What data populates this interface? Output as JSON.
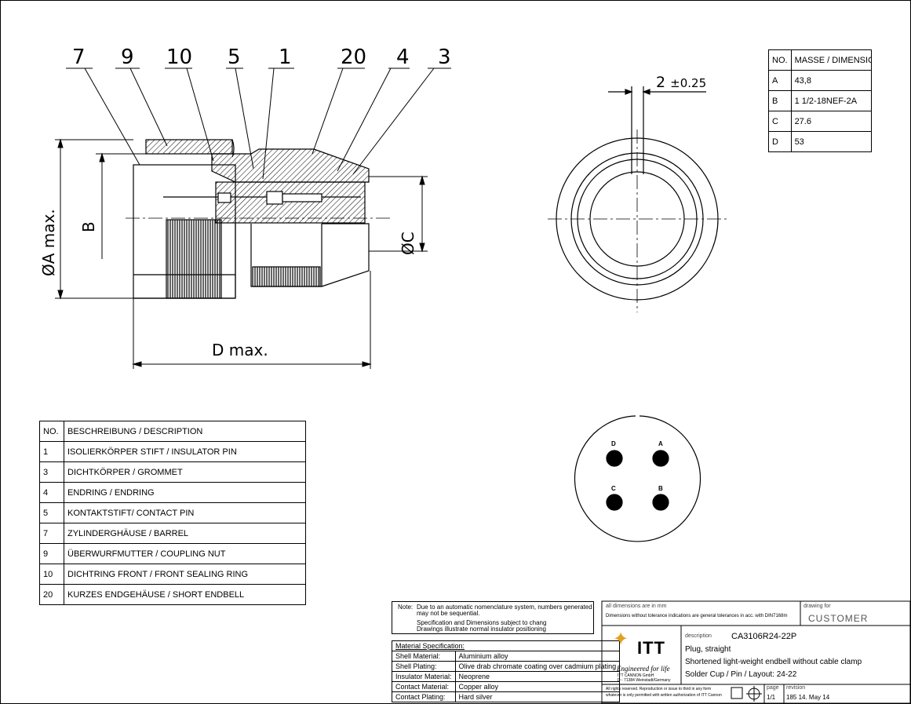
{
  "drawing": {
    "callouts": [
      "7",
      "9",
      "10",
      "5",
      "1",
      "20",
      "4",
      "3"
    ],
    "dim_A": "ØA max.",
    "dim_B": "B",
    "dim_C": "ØC",
    "dim_D": "D max.",
    "tolerance": "2",
    "tolerance_suffix": "±0.25"
  },
  "pin_labels": [
    "D",
    "A",
    "C",
    "B"
  ],
  "dims_table": {
    "header": [
      "NO.",
      "MASSE / DIMENSION"
    ],
    "rows": [
      [
        "A",
        "43,8"
      ],
      [
        "B",
        "1 1/2-18NEF-2A"
      ],
      [
        "C",
        "27.6"
      ],
      [
        "D",
        "53"
      ]
    ]
  },
  "parts_table": {
    "header": [
      "NO.",
      "BESCHREIBUNG / DESCRIPTION"
    ],
    "rows": [
      [
        "1",
        "ISOLIERKÖRPER STIFT / INSULATOR PIN"
      ],
      [
        "3",
        "DICHTKÖRPER / GROMMET"
      ],
      [
        "4",
        "ENDRING / ENDRING"
      ],
      [
        "5",
        "KONTAKTSTIFT/ CONTACT PIN"
      ],
      [
        "7",
        "ZYLINDERGHÄUSE / BARREL"
      ],
      [
        "9",
        "ÜBERWURFMUTTER / COUPLING NUT"
      ],
      [
        "10",
        "DICHTRING FRONT / FRONT SEALING RING"
      ],
      [
        "20",
        "KURZES ENDGEHÄUSE / SHORT ENDBELL"
      ]
    ]
  },
  "note": {
    "label": "Note:",
    "line1": "Due to an automatic nomenclature system, numbers generated",
    "line2": "may not be sequential.",
    "line3": "Specification and Dimensions subject to chang",
    "line4": "Drawings illustrate normal insulator positioning"
  },
  "materials": {
    "title": "Material Specification:",
    "rows": [
      [
        "Shell Material:",
        "Aluminium alloy"
      ],
      [
        "Shell Plating:",
        "Olive drab chromate coating over cadmium plating"
      ],
      [
        "Insulator Material:",
        "Neoprene"
      ],
      [
        "Contact Material:",
        "Copper alloy"
      ],
      [
        "Contact Plating:",
        "Hard silver"
      ]
    ]
  },
  "title_block": {
    "dims_note_1": "all dimensions are in mm",
    "dims_note_2": "Dimensions without tolerance indications are general tolerances in acc. with DIN7168m",
    "drawing_for_label": "drawing for",
    "drawing_for": "CUSTOMER",
    "logo_text": "ITT",
    "tagline": "Engineered for life",
    "company_1": "ITT CANNON GmbH",
    "company_2": "D - 71384 Weinstadt/Germany",
    "description_label": "description",
    "part_number": "CA3106R24-22P",
    "desc_1": "Plug, straight",
    "desc_2": "Shortened light-weight endbell without cable clamp",
    "desc_3": "Solder Cup / Pin / Layout: 24-22",
    "rights_1": "All rights reserved. Reproduction or issue to third in any form",
    "rights_2": "whatever is only permitted with written authorization of ITT Cannon",
    "page_label": "page",
    "page": "1/1",
    "revision_label": "revision",
    "revision": "185 14. May 14"
  }
}
